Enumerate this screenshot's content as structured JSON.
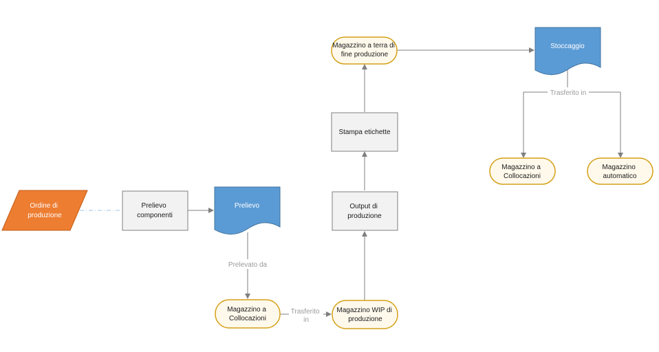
{
  "colors": {
    "orange": "#ED7D31",
    "blue": "#5B9BD5",
    "pill_border": "#D4A017",
    "pill_fill": "#FFF9EC",
    "box_fill": "#F2F2F2",
    "box_border": "#7F7F7F",
    "arrow": "#7F7F7F",
    "dotted": "#9DC3E6"
  },
  "nodes": {
    "ordine": [
      "Ordine di",
      "produzione"
    ],
    "prelievo_componenti": [
      "Prelievo",
      "componenti"
    ],
    "prelievo": [
      "Prelievo"
    ],
    "mag_collocazioni_1": [
      "Magazzino a",
      "Collocazioni"
    ],
    "mag_wip": [
      "Magazzino WIP di",
      "produzione"
    ],
    "output": [
      "Output di",
      "produzione"
    ],
    "stampa": [
      "Stampa etichette"
    ],
    "mag_terra": [
      "Magazzino a terra di",
      "fine produzione"
    ],
    "stoccaggio": [
      "Stoccaggio"
    ],
    "mag_collocazioni_2": [
      "Magazzino a",
      "Collocazioni"
    ],
    "mag_automatico": [
      "Magazzino",
      "automatico"
    ]
  },
  "edge_labels": {
    "prelevato_da": [
      "Prelevato da"
    ],
    "trasferito_in_1": [
      "Trasferito",
      "in"
    ],
    "trasferito_in_2": [
      "Trasferito in"
    ]
  }
}
